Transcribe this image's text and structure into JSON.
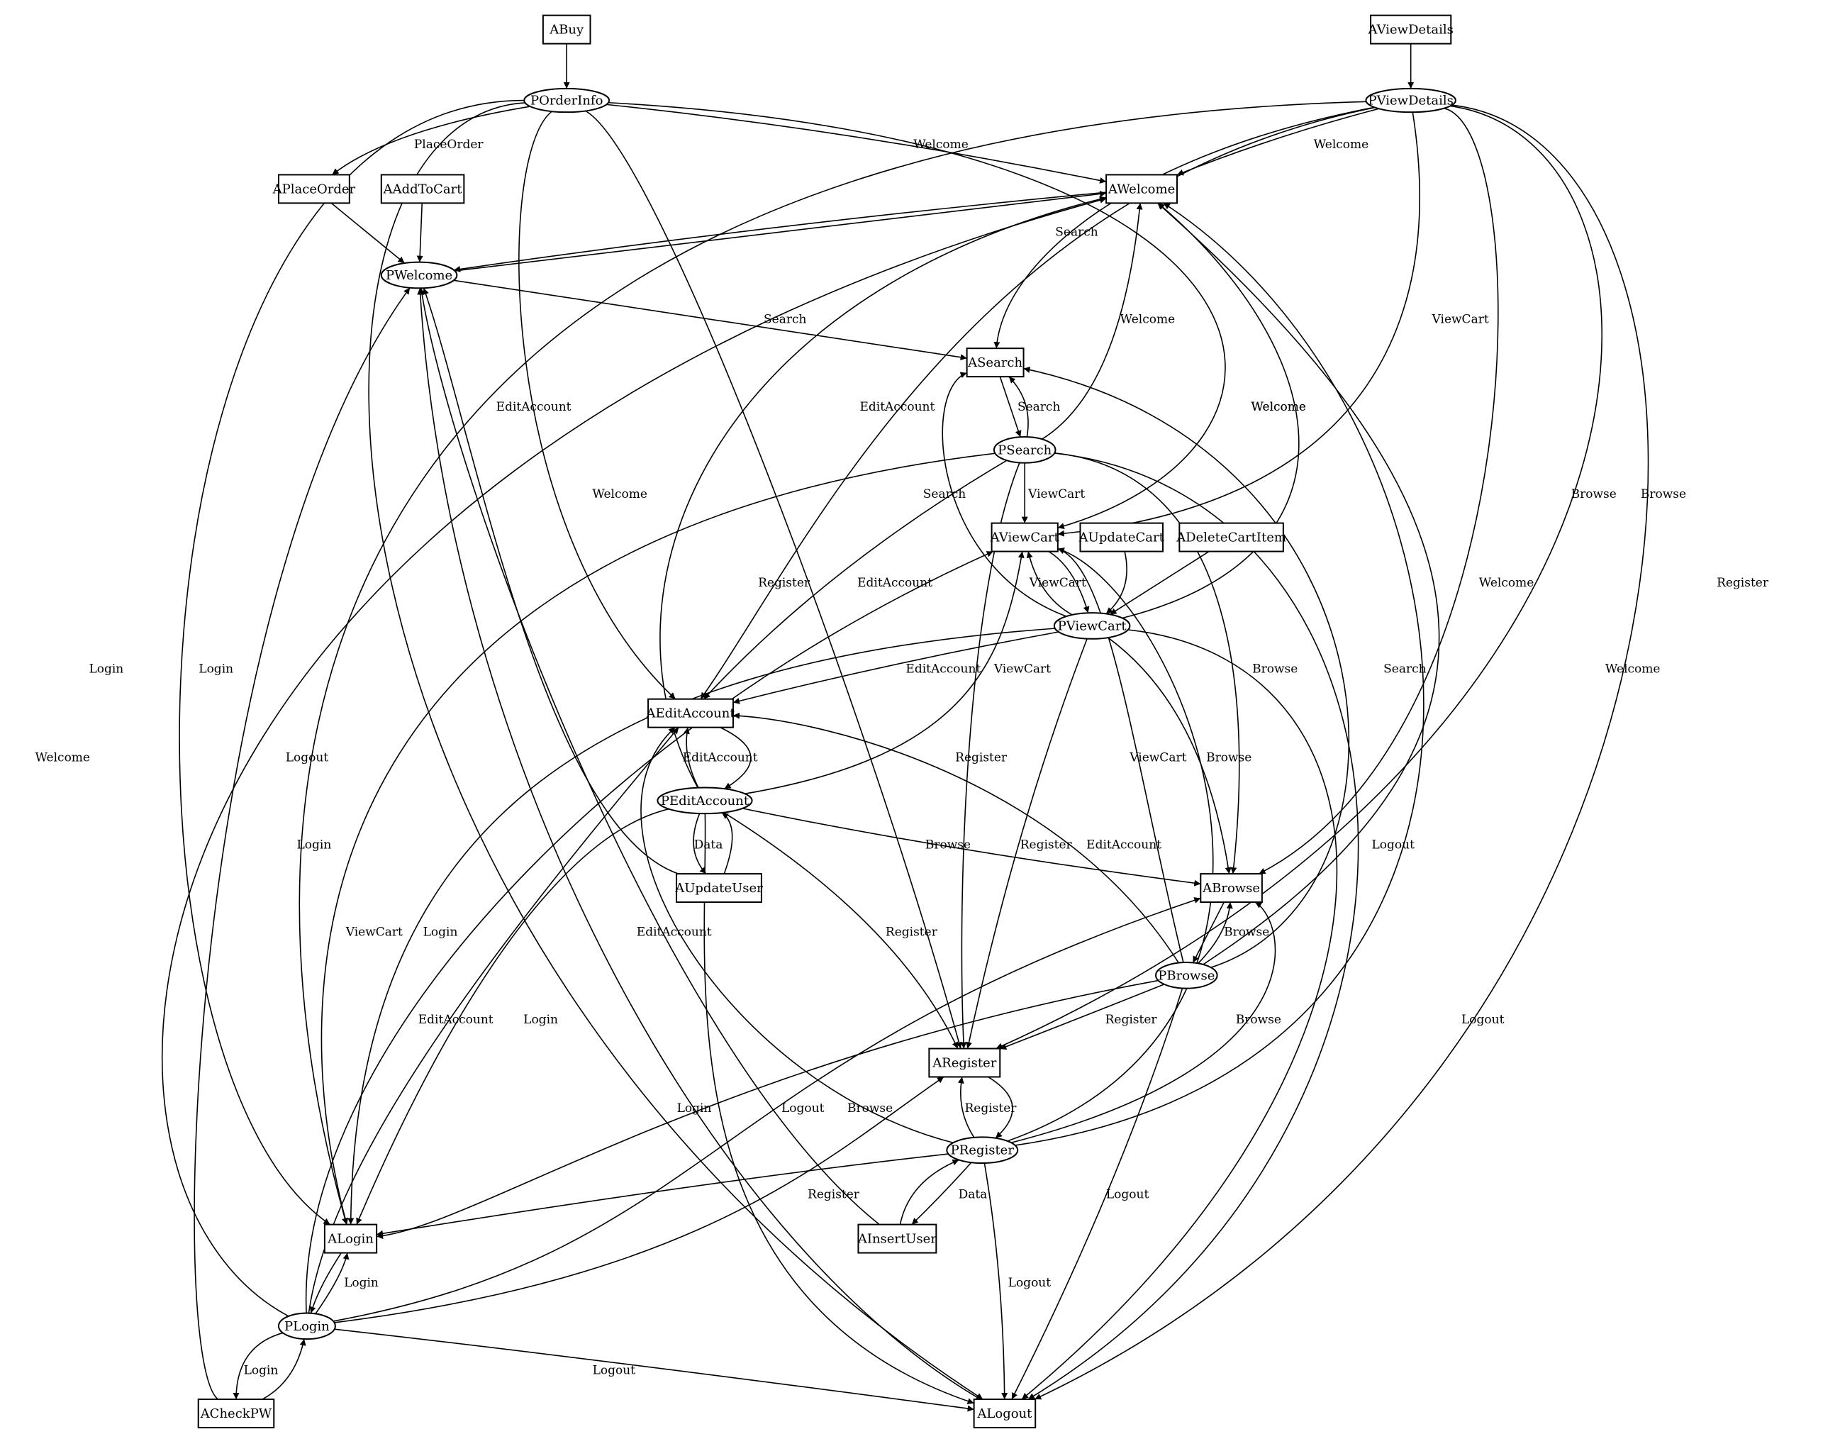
{
  "nodes": [
    {
      "id": "ABuy",
      "label": "ABuy",
      "shape": "box"
    },
    {
      "id": "AViewDetails",
      "label": "AViewDetails",
      "shape": "box"
    },
    {
      "id": "POrderInfo",
      "label": "POrderInfo",
      "shape": "ellipse"
    },
    {
      "id": "PViewDetails",
      "label": "PViewDetails",
      "shape": "ellipse"
    },
    {
      "id": "APlaceOrder",
      "label": "APlaceOrder",
      "shape": "box"
    },
    {
      "id": "AAddToCart",
      "label": "AAddToCart",
      "shape": "box"
    },
    {
      "id": "AWelcome",
      "label": "AWelcome",
      "shape": "box"
    },
    {
      "id": "PWelcome",
      "label": "PWelcome",
      "shape": "ellipse"
    },
    {
      "id": "ASearch",
      "label": "ASearch",
      "shape": "box"
    },
    {
      "id": "PSearch",
      "label": "PSearch",
      "shape": "ellipse"
    },
    {
      "id": "AViewCart",
      "label": "AViewCart",
      "shape": "box"
    },
    {
      "id": "AUpdateCart",
      "label": "AUpdateCart",
      "shape": "box"
    },
    {
      "id": "ADeleteCartItem",
      "label": "ADeleteCartItem",
      "shape": "box"
    },
    {
      "id": "PViewCart",
      "label": "PViewCart",
      "shape": "ellipse"
    },
    {
      "id": "AEditAccount",
      "label": "AEditAccount",
      "shape": "box"
    },
    {
      "id": "PEditAccount",
      "label": "PEditAccount",
      "shape": "ellipse"
    },
    {
      "id": "AUpdateUser",
      "label": "AUpdateUser",
      "shape": "box"
    },
    {
      "id": "ABrowse",
      "label": "ABrowse",
      "shape": "box"
    },
    {
      "id": "PBrowse",
      "label": "PBrowse",
      "shape": "ellipse"
    },
    {
      "id": "ARegister",
      "label": "ARegister",
      "shape": "box"
    },
    {
      "id": "PRegister",
      "label": "PRegister",
      "shape": "ellipse"
    },
    {
      "id": "ALogin",
      "label": "ALogin",
      "shape": "box"
    },
    {
      "id": "AInsertUser",
      "label": "AInsertUser",
      "shape": "box"
    },
    {
      "id": "PLogin",
      "label": "PLogin",
      "shape": "ellipse"
    },
    {
      "id": "ACheckPW",
      "label": "ACheckPW",
      "shape": "box"
    },
    {
      "id": "ALogout",
      "label": "ALogout",
      "shape": "box"
    }
  ],
  "edges": [
    {
      "from": "ABuy",
      "to": "POrderInfo",
      "label": ""
    },
    {
      "from": "AViewDetails",
      "to": "PViewDetails",
      "label": ""
    },
    {
      "from": "POrderInfo",
      "to": "APlaceOrder",
      "label": "PlaceOrder"
    },
    {
      "from": "POrderInfo",
      "to": "AWelcome",
      "label": "Welcome"
    },
    {
      "from": "POrderInfo",
      "to": "AEditAccount",
      "label": "EditAccount"
    },
    {
      "from": "POrderInfo",
      "to": "ARegister",
      "label": "Register"
    },
    {
      "from": "POrderInfo",
      "to": "ALogin",
      "label": "Login"
    },
    {
      "from": "POrderInfo",
      "to": "ALogout",
      "label": "Logout"
    },
    {
      "from": "POrderInfo",
      "to": "AViewCart",
      "label": "Welcome"
    },
    {
      "from": "PViewDetails",
      "to": "AWelcome",
      "label": "Welcome"
    },
    {
      "from": "PViewDetails",
      "to": "ASearch",
      "label": "Search"
    },
    {
      "from": "PViewDetails",
      "to": "AEditAccount",
      "label": "EditAccount"
    },
    {
      "from": "PViewDetails",
      "to": "AViewCart",
      "label": "ViewCart"
    },
    {
      "from": "PViewDetails",
      "to": "ABrowse",
      "label": "Browse"
    },
    {
      "from": "PViewDetails",
      "to": "ARegister",
      "label": "Browse"
    },
    {
      "from": "PViewDetails",
      "to": "ALogout",
      "label": "Register"
    },
    {
      "from": "PViewDetails",
      "to": "ALogin",
      "label": "Login"
    },
    {
      "from": "APlaceOrder",
      "to": "PWelcome",
      "label": ""
    },
    {
      "from": "AAddToCart",
      "to": "PWelcome",
      "label": ""
    },
    {
      "from": "AWelcome",
      "to": "PWelcome",
      "label": ""
    },
    {
      "from": "PWelcome",
      "to": "ASearch",
      "label": "Search"
    },
    {
      "from": "PWelcome",
      "to": "AWelcome",
      "label": "ViewCart"
    },
    {
      "from": "ASearch",
      "to": "PSearch",
      "label": ""
    },
    {
      "from": "PSearch",
      "to": "ASearch",
      "label": "Search"
    },
    {
      "from": "PSearch",
      "to": "AWelcome",
      "label": "Welcome"
    },
    {
      "from": "PSearch",
      "to": "AViewCart",
      "label": "ViewCart"
    },
    {
      "from": "PSearch",
      "to": "AEditAccount",
      "label": "EditAccount"
    },
    {
      "from": "PSearch",
      "to": "ABrowse",
      "label": "Browse"
    },
    {
      "from": "PSearch",
      "to": "ARegister",
      "label": "Register"
    },
    {
      "from": "PSearch",
      "to": "ALogin",
      "label": "Login"
    },
    {
      "from": "PSearch",
      "to": "ALogout",
      "label": "Logout"
    },
    {
      "from": "AViewCart",
      "to": "PViewCart",
      "label": ""
    },
    {
      "from": "AUpdateCart",
      "to": "PViewCart",
      "label": ""
    },
    {
      "from": "ADeleteCartItem",
      "to": "PViewCart",
      "label": ""
    },
    {
      "from": "PViewCart",
      "to": "AViewCart",
      "label": "ViewCart"
    },
    {
      "from": "PViewCart",
      "to": "ASearch",
      "label": "Search"
    },
    {
      "from": "PViewCart",
      "to": "AWelcome",
      "label": "Welcome"
    },
    {
      "from": "PViewCart",
      "to": "AEditAccount",
      "label": "EditAccount"
    },
    {
      "from": "PViewCart",
      "to": "ABrowse",
      "label": "Browse"
    },
    {
      "from": "PViewCart",
      "to": "ARegister",
      "label": "Register"
    },
    {
      "from": "PViewCart",
      "to": "ALogin",
      "label": "Login"
    },
    {
      "from": "PViewCart",
      "to": "ALogout",
      "label": "Logout"
    },
    {
      "from": "AEditAccount",
      "to": "PEditAccount",
      "label": ""
    },
    {
      "from": "PEditAccount",
      "to": "AEditAccount",
      "label": "EditAccount"
    },
    {
      "from": "PEditAccount",
      "to": "AUpdateUser",
      "label": "Data"
    },
    {
      "from": "AUpdateUser",
      "to": "PEditAccount",
      "label": ""
    },
    {
      "from": "AUpdateUser",
      "to": "PWelcome",
      "label": ""
    },
    {
      "from": "PEditAccount",
      "to": "AWelcome",
      "label": "Welcome"
    },
    {
      "from": "PEditAccount",
      "to": "AViewCart",
      "label": "ViewCart"
    },
    {
      "from": "PEditAccount",
      "to": "ABrowse",
      "label": "Browse"
    },
    {
      "from": "PEditAccount",
      "to": "ARegister",
      "label": "Register"
    },
    {
      "from": "PEditAccount",
      "to": "ALogin",
      "label": "Login"
    },
    {
      "from": "PEditAccount",
      "to": "ALogout",
      "label": ""
    },
    {
      "from": "ABrowse",
      "to": "PBrowse",
      "label": ""
    },
    {
      "from": "PBrowse",
      "to": "ABrowse",
      "label": "Browse"
    },
    {
      "from": "PBrowse",
      "to": "AViewCart",
      "label": "ViewCart"
    },
    {
      "from": "PBrowse",
      "to": "AEditAccount",
      "label": "EditAccount"
    },
    {
      "from": "PBrowse",
      "to": "ASearch",
      "label": "Search"
    },
    {
      "from": "PBrowse",
      "to": "AWelcome",
      "label": "Welcome"
    },
    {
      "from": "PBrowse",
      "to": "ARegister",
      "label": "Register"
    },
    {
      "from": "PBrowse",
      "to": "ALogin",
      "label": "Login"
    },
    {
      "from": "PBrowse",
      "to": "ALogout",
      "label": "Logout"
    },
    {
      "from": "ARegister",
      "to": "PRegister",
      "label": ""
    },
    {
      "from": "PRegister",
      "to": "ARegister",
      "label": "Register"
    },
    {
      "from": "PRegister",
      "to": "AInsertUser",
      "label": "Data"
    },
    {
      "from": "AInsertUser",
      "to": "PRegister",
      "label": ""
    },
    {
      "from": "AInsertUser",
      "to": "PWelcome",
      "label": ""
    },
    {
      "from": "PRegister",
      "to": "AEditAccount",
      "label": "EditAccount"
    },
    {
      "from": "PRegister",
      "to": "ABrowse",
      "label": "Browse"
    },
    {
      "from": "PRegister",
      "to": "AViewCart",
      "label": "ViewCart"
    },
    {
      "from": "PRegister",
      "to": "AWelcome",
      "label": "Welcome"
    },
    {
      "from": "PRegister",
      "to": "ALogin",
      "label": "Logout"
    },
    {
      "from": "PRegister",
      "to": "ALogout",
      "label": "Logout"
    },
    {
      "from": "ALogin",
      "to": "PLogin",
      "label": ""
    },
    {
      "from": "PLogin",
      "to": "ALogin",
      "label": "Login"
    },
    {
      "from": "PLogin",
      "to": "ACheckPW",
      "label": "Login"
    },
    {
      "from": "ACheckPW",
      "to": "PLogin",
      "label": ""
    },
    {
      "from": "ACheckPW",
      "to": "PWelcome",
      "label": ""
    },
    {
      "from": "PLogin",
      "to": "AWelcome",
      "label": "Welcome"
    },
    {
      "from": "PLogin",
      "to": "AEditAccount",
      "label": "EditAccount"
    },
    {
      "from": "PLogin",
      "to": "AViewCart",
      "label": "ViewCart"
    },
    {
      "from": "PLogin",
      "to": "ABrowse",
      "label": "Browse"
    },
    {
      "from": "PLogin",
      "to": "ARegister",
      "label": "Register"
    },
    {
      "from": "PLogin",
      "to": "ALogout",
      "label": "Logout"
    },
    {
      "from": "ALogout",
      "to": "PWelcome",
      "label": ""
    }
  ]
}
